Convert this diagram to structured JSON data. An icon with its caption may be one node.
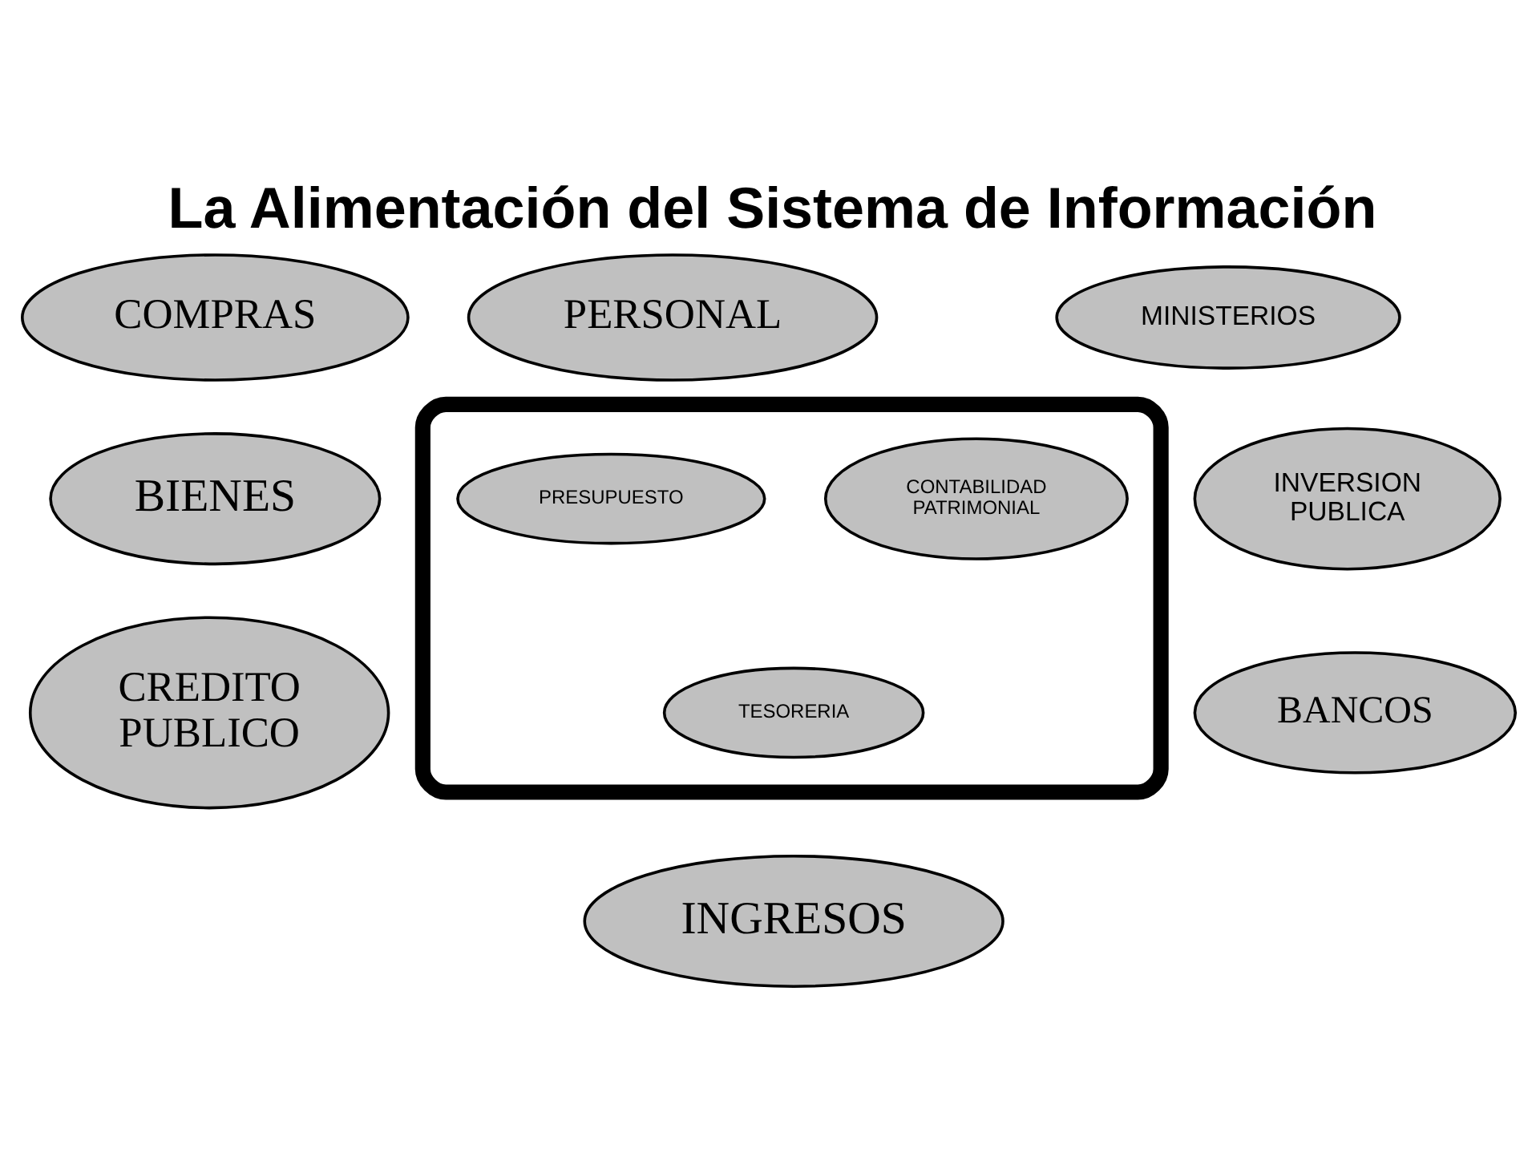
{
  "diagram": {
    "title": "La Alimentación del Sistema de Información",
    "nodes": [
      {
        "text": [
          "PERSONAL"
        ]
      },
      {
        "text": [
          "COMPRAS"
        ]
      },
      {
        "text": [
          "MINISTERIOS"
        ]
      },
      {
        "text": [],
        "shape": "box"
      },
      {
        "text": [
          "PRESUPUESTO"
        ],
        "in": 3
      },
      {
        "text": [
          "CONTABILIDAD PATRIMONIAL"
        ],
        "in": 3
      },
      {
        "text": [
          "TESORERIA"
        ],
        "in": 3
      },
      {
        "text": [
          "BIENES"
        ]
      },
      {
        "text": [
          "INVERSION PUBLICA"
        ]
      },
      {
        "text": [
          "CREDITO PUBLICO"
        ]
      },
      {
        "text": [
          "BANCOS"
        ]
      },
      {
        "text": [
          "INGRESOS"
        ]
      }
    ],
    "edges": []
  }
}
